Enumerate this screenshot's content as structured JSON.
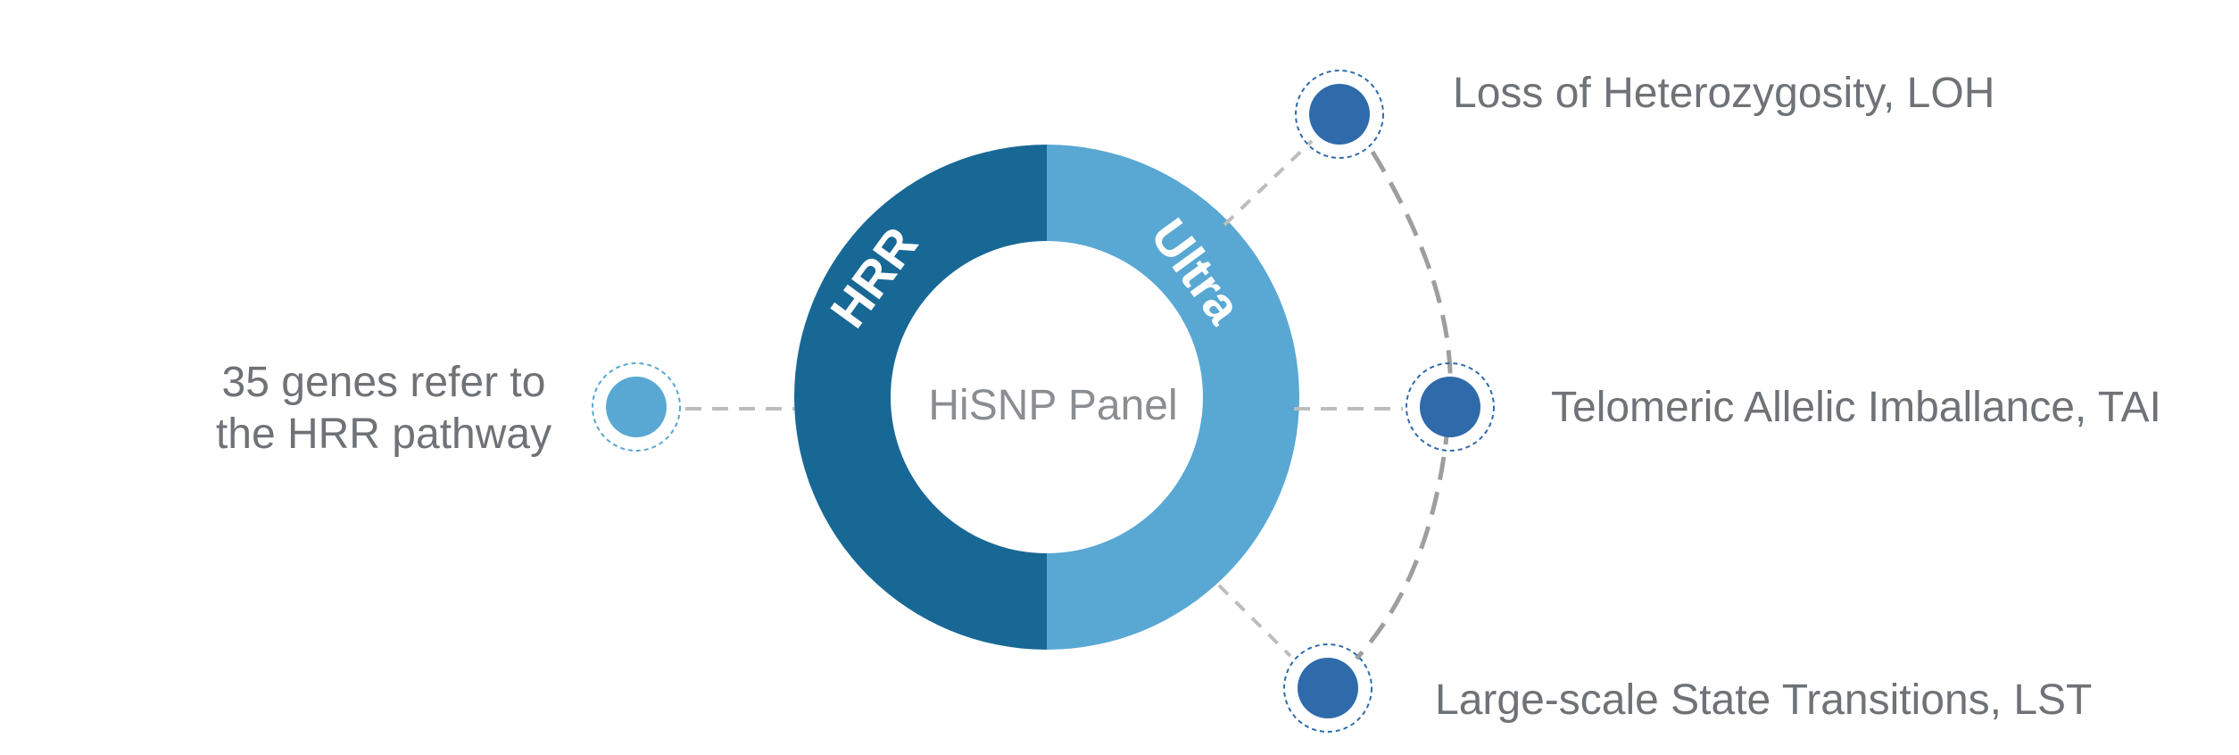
{
  "diagram": {
    "center_label": "HiSNP Panel",
    "ring_left_label": "HRR",
    "ring_right_label": "Ultra",
    "hrr_node_label_line1": "35 genes refer to",
    "hrr_node_label_line2": "the HRR pathway",
    "loh_label": "Loss of Heterozygosity, LOH",
    "tai_label": "Telomeric Allelic Imballance, TAI",
    "lst_label": "Large-scale State Transitions, LST"
  },
  "colors": {
    "hrr_dark": "#186896",
    "ultra_light": "#58a8d3",
    "node_dark": "#2f6bab",
    "node_light": "#58a8d3",
    "connector": "#bdbdbd",
    "arc": "#9e9e9e",
    "text": "#6f7276"
  }
}
